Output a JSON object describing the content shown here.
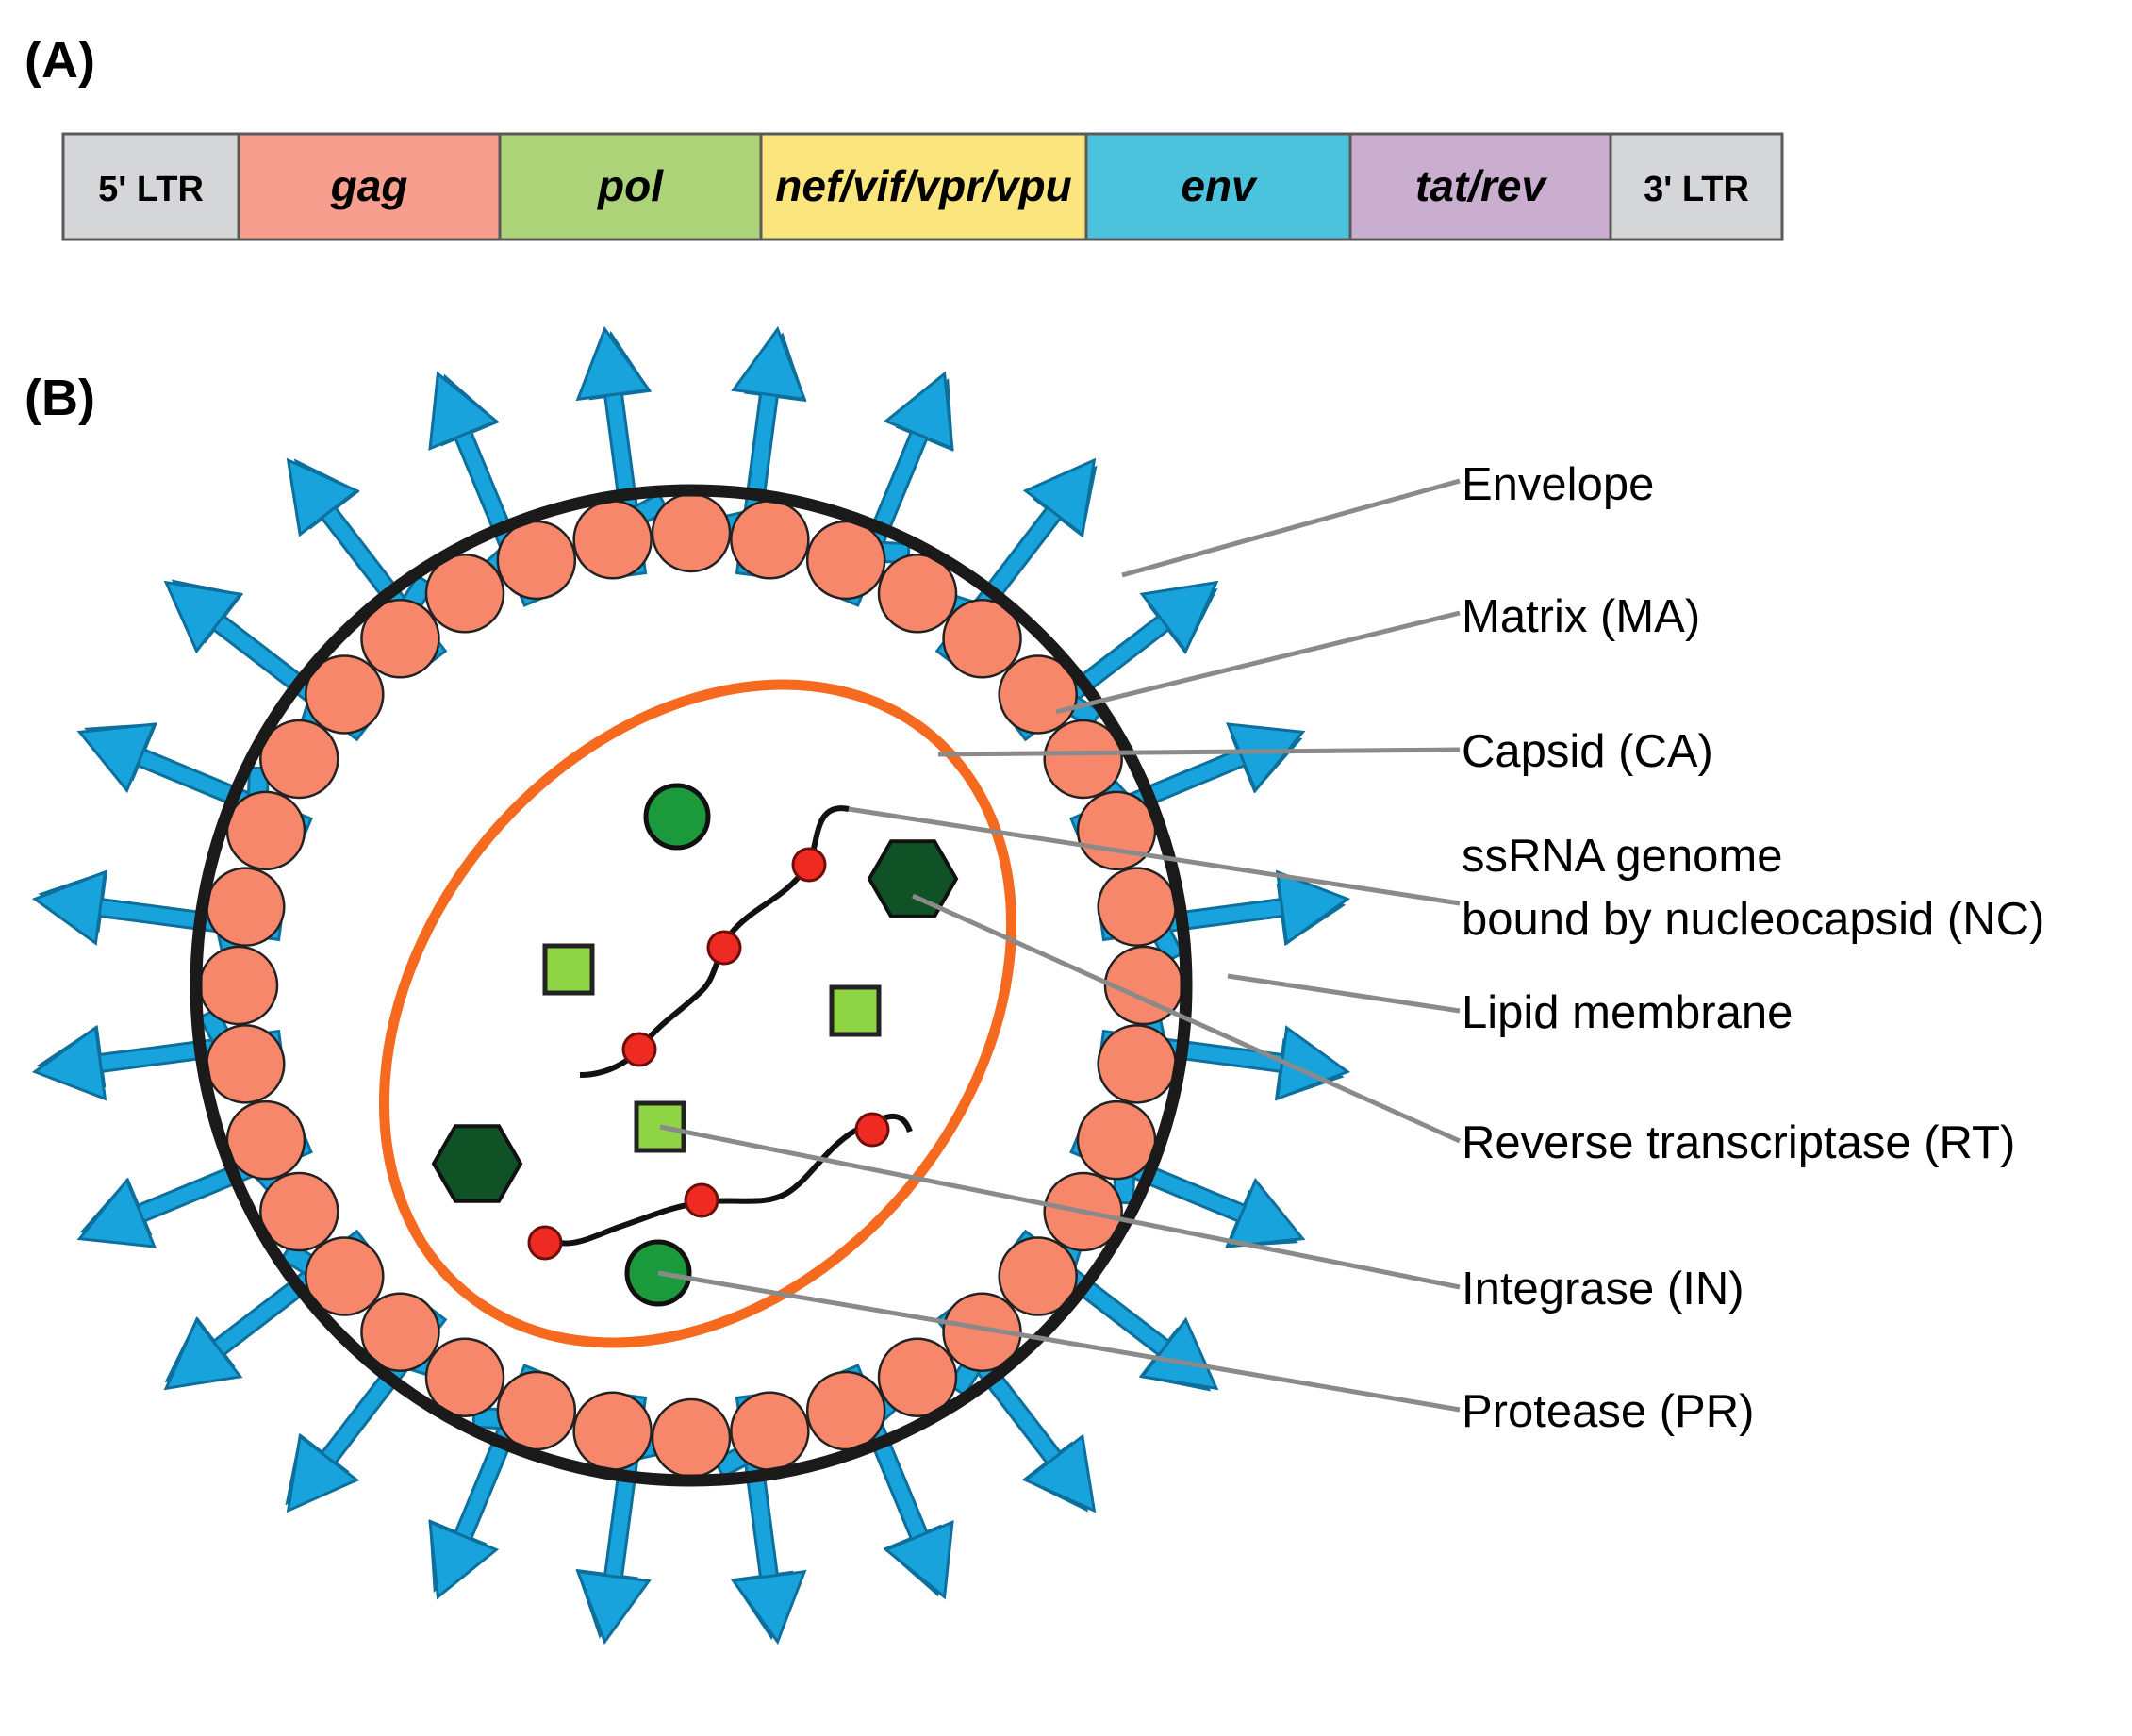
{
  "panel_a": {
    "label": "(A)",
    "segments": [
      {
        "label": "5' LTR",
        "color": "#d5d6d8",
        "italic": false
      },
      {
        "label": "gag",
        "color": "#f79e8e",
        "italic": true
      },
      {
        "label": "pol",
        "color": "#acd378",
        "italic": true
      },
      {
        "label": "nef/vif/vpr/vpu",
        "color": "#fbe67d",
        "italic": true
      },
      {
        "label": "env",
        "color": "#4cc3dc",
        "italic": true
      },
      {
        "label": "tat/rev",
        "color": "#c9aecf",
        "italic": true
      },
      {
        "label": "3' LTR",
        "color": "#d5d6d8",
        "italic": false
      }
    ]
  },
  "panel_b": {
    "label": "(B)",
    "labels": {
      "envelope": "Envelope",
      "matrix": "Matrix (MA)",
      "capsid": "Capsid (CA)",
      "ssrna_line1": "ssRNA genome",
      "ssrna_line2": "bound by nucleocapsid (NC)",
      "lipid": "Lipid membrane",
      "rt": "Reverse transcriptase (RT)",
      "integrase": "Integrase (IN)",
      "protease": "Protease (PR)"
    },
    "colors": {
      "spike": "#18a3dc",
      "matrix": "#f7876b",
      "membrane": "#1a1a1a",
      "capsid": "#f56a1f",
      "rna_bead": "#ee2a22",
      "rt": "#0f5225",
      "protease": "#1a9a3a",
      "integrase": "#8ed444",
      "leader": "#8a8a8a"
    }
  }
}
